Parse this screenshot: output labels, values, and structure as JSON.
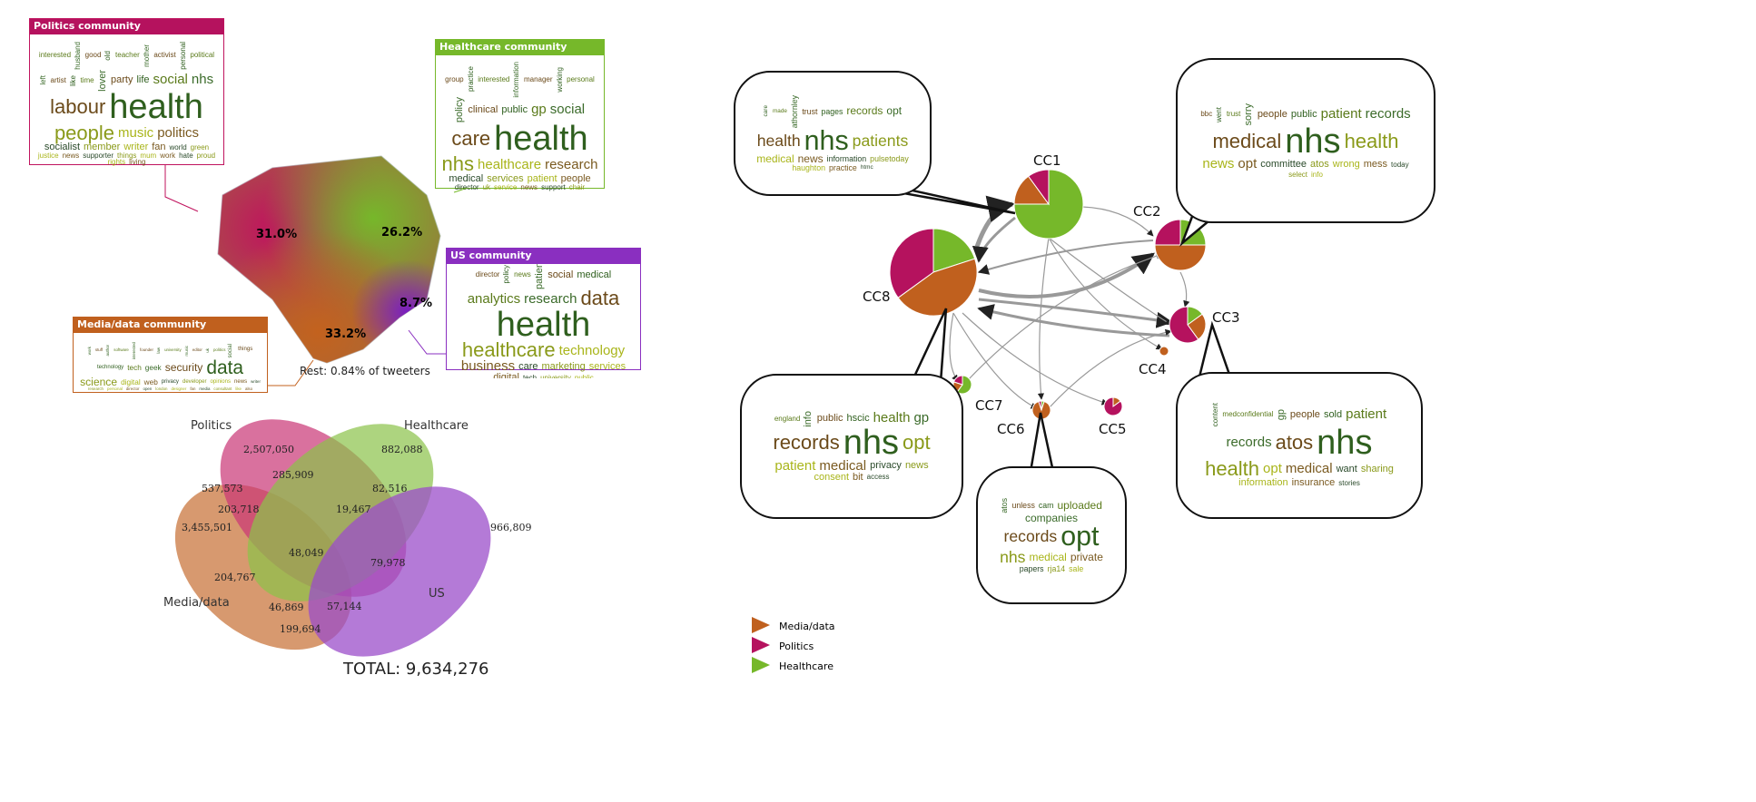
{
  "colors": {
    "politics": "#b5125e",
    "healthcare": "#76b82a",
    "media": "#c0601e",
    "us": "#8a2fc0"
  },
  "left": {
    "communities": [
      {
        "id": "politics",
        "title": "Politics community",
        "words": [
          "health",
          "people",
          "labour",
          "music",
          "nhs",
          "politics",
          "social",
          "socialist",
          "life",
          "member",
          "party",
          "writer",
          "lover",
          "fan",
          "time",
          "world",
          "like",
          "green",
          "artist",
          "justice",
          "left",
          "news",
          "political",
          "supporter",
          "personal",
          "things",
          "activist",
          "mum",
          "mother",
          "work",
          "teacher",
          "hate",
          "old",
          "proud",
          "good",
          "rights",
          "husband",
          "living",
          "interested"
        ]
      },
      {
        "id": "healthcare",
        "title": "Healthcare community",
        "words": [
          "health",
          "nhs",
          "care",
          "healthcare",
          "social",
          "research",
          "gp",
          "medical",
          "public",
          "services",
          "clinical",
          "patient",
          "policy",
          "people",
          "personal",
          "director",
          "working",
          "uk",
          "manager",
          "service",
          "information",
          "news",
          "interested",
          "support",
          "practice",
          "chair",
          "group"
        ]
      },
      {
        "id": "media",
        "title": "Media/data community",
        "words": [
          "data",
          "science",
          "security",
          "digital",
          "geek",
          "web",
          "tech",
          "privacy",
          "technology",
          "developer",
          "things",
          "opinions",
          "social",
          "news",
          "politics",
          "writer",
          "uk",
          "research",
          "editor",
          "personal",
          "music",
          "director",
          "university",
          "open",
          "law",
          "london",
          "founder",
          "designer",
          "interested",
          "fan",
          "software",
          "media",
          "author",
          "consultant",
          "stuff",
          "like",
          "work",
          "also"
        ]
      },
      {
        "id": "us",
        "title": "US community",
        "words": [
          "health",
          "healthcare",
          "data",
          "technology",
          "research",
          "business",
          "analytics",
          "care",
          "medical",
          "marketing",
          "social",
          "services",
          "patient",
          "digital",
          "news",
          "tech",
          "policy",
          "university",
          "director",
          "public"
        ]
      }
    ],
    "network_percentages": [
      "31.0%",
      "26.2%",
      "33.2%",
      "8.7%"
    ],
    "rest_note": "Rest: 0.84% of tweeters",
    "venn": {
      "labels": {
        "politics": "Politics",
        "healthcare": "Healthcare",
        "media": "Media/data",
        "us": "US"
      },
      "regions": {
        "p": "2,507,050",
        "h": "882,088",
        "m": "3,455,501",
        "u": "966,809",
        "ph": "285,909",
        "pm": "537,573",
        "hu": "82,516",
        "mu": "199,694",
        "phm": "203,718",
        "phu": "19,467",
        "phmu": "48,049",
        "hm": "204,767",
        "pu": "79,978",
        "hmu": "46,869",
        "pmu": "57,144"
      },
      "total": "TOTAL: 9,634,276"
    }
  },
  "right": {
    "nodes": [
      {
        "label": "CC1",
        "media": 0.15,
        "politics": 0.1,
        "healthcare": 0.75
      },
      {
        "label": "CC2",
        "media": 0.5,
        "politics": 0.25,
        "healthcare": 0.25
      },
      {
        "label": "CC3",
        "media": 0.25,
        "politics": 0.6,
        "healthcare": 0.15
      },
      {
        "label": "CC4",
        "media": 1,
        "politics": 0,
        "healthcare": 0
      },
      {
        "label": "CC5",
        "media": 0.15,
        "politics": 0.85,
        "healthcare": 0
      },
      {
        "label": "CC6",
        "media": 0.9,
        "politics": 0.05,
        "healthcare": 0.05
      },
      {
        "label": "CC7",
        "media": 0.2,
        "politics": 0.2,
        "healthcare": 0.6
      },
      {
        "label": "CC8",
        "media": 0.45,
        "politics": 0.35,
        "healthcare": 0.2
      }
    ],
    "bubbles": [
      {
        "node": "CC1",
        "words": [
          "nhs",
          "patients",
          "health",
          "medical",
          "opt",
          "news",
          "records",
          "information",
          "pages",
          "pulsetoday",
          "trust",
          "haughton",
          "athornley",
          "practice",
          "made",
          "htmc",
          "care"
        ]
      },
      {
        "node": "CC2",
        "words": [
          "nhs",
          "health",
          "medical",
          "news",
          "records",
          "opt",
          "patient",
          "committee",
          "public",
          "atos",
          "people",
          "wrong",
          "sorry",
          "mess",
          "trust",
          "today",
          "went",
          "select",
          "bbc",
          "info"
        ]
      },
      {
        "node": "CC3",
        "words": [
          "nhs",
          "health",
          "atos",
          "opt",
          "records",
          "medical",
          "patient",
          "want",
          "sold",
          "sharing",
          "people",
          "information",
          "gp",
          "insurance",
          "medconfidential",
          "stories",
          "content"
        ]
      },
      {
        "node": "CC8",
        "words": [
          "nhs",
          "opt",
          "records",
          "patient",
          "gp",
          "medical",
          "health",
          "privacy",
          "hscic",
          "news",
          "public",
          "consent",
          "info",
          "bit",
          "england",
          "access"
        ]
      },
      {
        "node": "CC6",
        "words": [
          "opt",
          "nhs",
          "records",
          "medical",
          "companies",
          "private",
          "uploaded",
          "papers",
          "cam",
          "rja14",
          "unless",
          "sale",
          "atos"
        ]
      }
    ],
    "legend": [
      {
        "key": "media",
        "label": "Media/data"
      },
      {
        "key": "politics",
        "label": "Politics"
      },
      {
        "key": "healthcare",
        "label": "Healthcare"
      }
    ]
  }
}
